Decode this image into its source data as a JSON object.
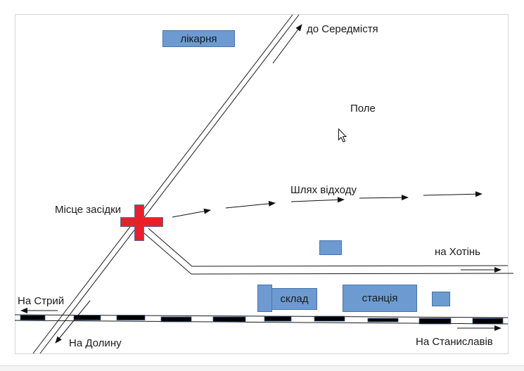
{
  "map": {
    "labels": {
      "to_center": "до Середмістя",
      "field": "Поле",
      "ambush_site": "Місце засідки",
      "retreat_path": "Шлях відходу",
      "to_khotin": "на Хотінь",
      "to_stryi": "На Стрий",
      "to_dolyna": "На Долину",
      "to_stanislaviv": "На Станиславів"
    },
    "buildings": {
      "hospital": "лікарня",
      "warehouse": "склад",
      "station": "станція"
    },
    "colors": {
      "building_fill": "#6d9bd1",
      "building_border": "#4a72a8",
      "ambush_cross": "#e8202a",
      "road_line": "#1a1a1a",
      "rail_tie": "#000000"
    },
    "icons": {
      "ambush_marker": "red-cross-icon",
      "cursor": "mouse-pointer-icon"
    }
  }
}
